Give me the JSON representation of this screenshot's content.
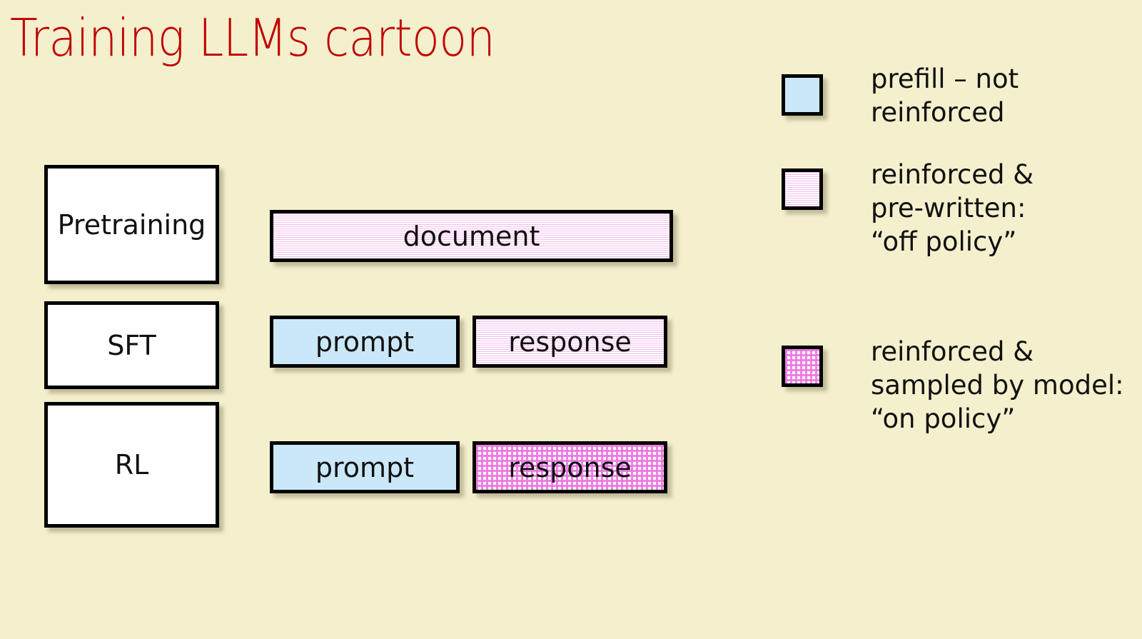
{
  "slide": {
    "title": "Training LLMs cartoon",
    "title_color": "#c00000",
    "background_color": "#f4efcd"
  },
  "stages": [
    {
      "name": "pretraining",
      "label": "Pretraining"
    },
    {
      "name": "sft",
      "label": "SFT"
    },
    {
      "name": "rl",
      "label": "RL"
    }
  ],
  "sequences": {
    "pretraining": [
      {
        "name": "document",
        "label": "document",
        "fill": "off-policy-stripes"
      }
    ],
    "sft": [
      {
        "name": "prompt",
        "label": "prompt",
        "fill": "prefill-blue"
      },
      {
        "name": "response",
        "label": "response",
        "fill": "off-policy-stripes"
      }
    ],
    "rl": [
      {
        "name": "prompt",
        "label": "prompt",
        "fill": "prefill-blue"
      },
      {
        "name": "response",
        "label": "response",
        "fill": "on-policy-dots"
      }
    ]
  },
  "legend": [
    {
      "name": "prefill",
      "swatch_fill": "prefill-blue",
      "swatch_color": "#cbe8f9",
      "text": "prefill – not\nreinforced"
    },
    {
      "name": "off-policy",
      "swatch_fill": "off-policy-stripes",
      "swatch_color": "#f5b9ee",
      "text": "reinforced &\npre-written:\n“off policy”"
    },
    {
      "name": "on-policy",
      "swatch_fill": "on-policy-dots",
      "swatch_color": "#ec78e2",
      "text": "reinforced &\nsampled by model:\n“on policy”"
    }
  ]
}
